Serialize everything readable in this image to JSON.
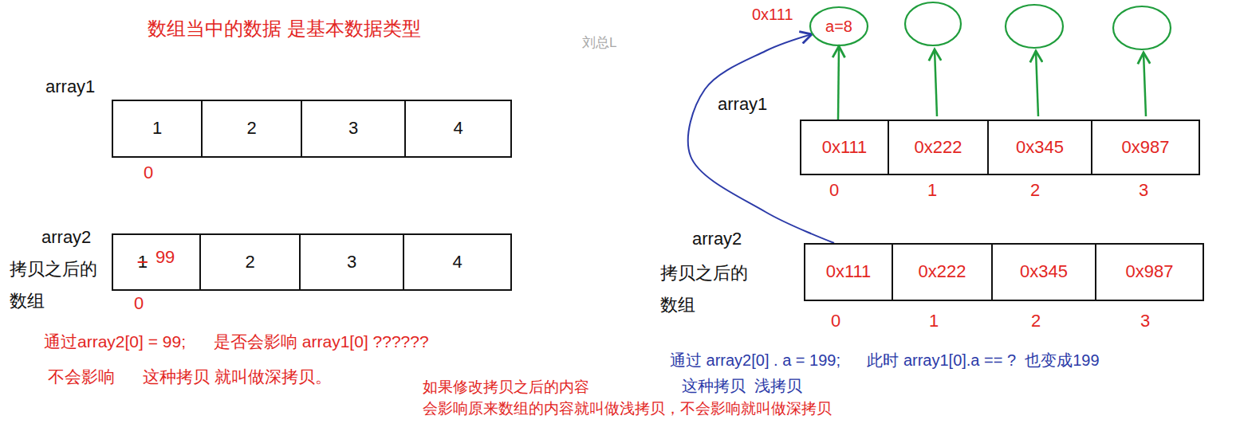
{
  "diagram": {
    "title": "数组当中的数据 是基本数据类型",
    "nodes": [
      {
        "text": [
          "1"
        ]
      },
      {
        "text": [
          "2"
        ]
      },
      {
        "text": [
          "3"
        ]
      },
      {
        "text": [
          "4"
        ]
      },
      {
        "text": [
          "1",
          "99"
        ]
      },
      {
        "text": [
          "2"
        ]
      },
      {
        "text": [
          "3"
        ]
      },
      {
        "text": [
          "4"
        ]
      },
      {
        "text": [
          "0x111",
          "a=8"
        ]
      },
      {
        "text": [
          "0x111"
        ]
      },
      {
        "text": [
          "0x222"
        ]
      },
      {
        "text": [
          "0x345"
        ]
      },
      {
        "text": [
          "0x987"
        ]
      },
      {
        "text": [
          "0x111"
        ]
      },
      {
        "text": [
          "0x222"
        ]
      },
      {
        "text": [
          "0x345"
        ]
      },
      {
        "text": [
          "0x987"
        ]
      }
    ],
    "edges": [
      {
        "from": 9,
        "to": 8,
        "arrow": "to"
      },
      {
        "from": 13,
        "to": 8,
        "arrow": "to"
      }
    ],
    "labels": [
      "刘总L",
      "array1",
      "0",
      "array2",
      "拷贝之后的 数组",
      "0",
      "通过array2[0] = 99;      是否会影响 array1[0] ??????",
      "不会影响      这种拷贝 就叫做深拷贝。",
      "如果修改拷贝之后的内容 会影响原来数组的内容就叫做浅拷贝，不会影响就叫做深拷贝",
      "array1",
      "0",
      "1",
      "2",
      "3",
      "array2",
      "拷贝之后的 数组",
      "0",
      "1",
      "2",
      "3",
      "通过 array2[0] . a = 199;      此时 array1[0].a == ?  也变成199",
      "这种拷贝  浅拷贝"
    ]
  }
}
